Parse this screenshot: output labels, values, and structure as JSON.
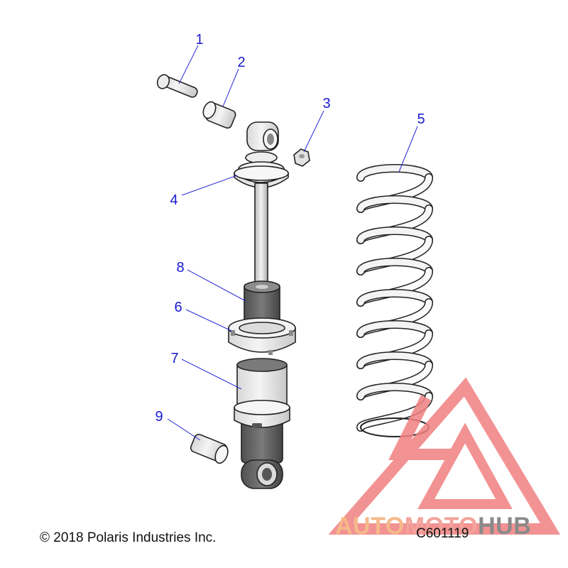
{
  "callouts": [
    {
      "id": "1",
      "label": "1"
    },
    {
      "id": "2",
      "label": "2"
    },
    {
      "id": "3",
      "label": "3"
    },
    {
      "id": "4",
      "label": "4"
    },
    {
      "id": "5",
      "label": "5"
    },
    {
      "id": "6",
      "label": "6"
    },
    {
      "id": "7",
      "label": "7"
    },
    {
      "id": "8",
      "label": "8"
    },
    {
      "id": "9",
      "label": "9"
    }
  ],
  "footer": {
    "copyright": "© 2018 Polaris Industries Inc.",
    "diagram_code": "C601119"
  },
  "watermark": {
    "part1": "AUTO",
    "part2": "MOTO",
    "part3": "HUB",
    "colors": {
      "auto": "#f5b98a",
      "moto": "#f3a39b",
      "hub": "#8a8a8a",
      "triangle": "#f08080"
    }
  },
  "colors": {
    "callout": "#1a1ad6",
    "ink": "#222222"
  }
}
